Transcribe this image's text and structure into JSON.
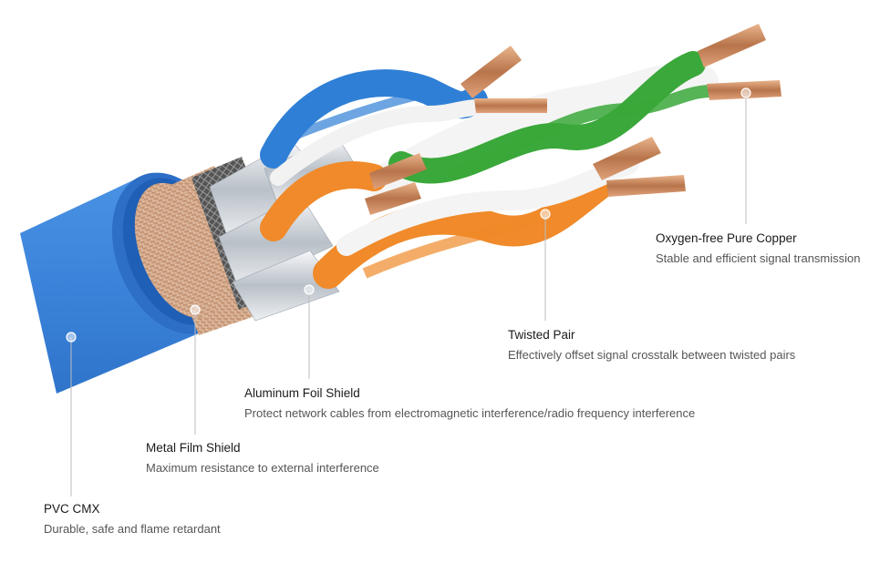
{
  "callouts": [
    {
      "id": "pvc",
      "title": "PVC CMX",
      "description": "Durable, safe and flame retardant"
    },
    {
      "id": "metal",
      "title": "Metal Film Shield",
      "description": "Maximum resistance to external interference"
    },
    {
      "id": "foil",
      "title": "Aluminum Foil Shield",
      "description": "Protect network cables from electromagnetic interference/radio frequency interference"
    },
    {
      "id": "twist",
      "title": "Twisted Pair",
      "description": "Effectively offset signal crosstalk between twisted pairs"
    },
    {
      "id": "copper",
      "title": "Oxygen-free Pure Copper",
      "description": "Stable and efficient signal transmission"
    }
  ],
  "colors": {
    "jacket": "#3d86dc",
    "jacket_dark": "#2a6cc4",
    "braid": "#c9a083",
    "foil": "#d9dde2",
    "pair_blue": "#2f7fd6",
    "pair_green": "#3aa83a",
    "pair_orange": "#f08a2a",
    "pair_white": "#f4f4f4",
    "copper": "#c9865a",
    "leader_line": "#bdbdbd"
  }
}
